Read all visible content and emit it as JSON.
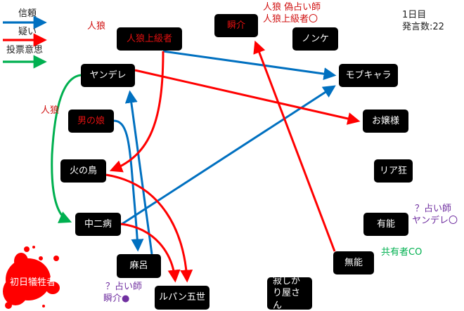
{
  "legend": [
    {
      "label": "信頼",
      "color": "#0070c0"
    },
    {
      "label": "疑い",
      "color": "#ff0000"
    },
    {
      "label": "投票意思",
      "color": "#00b050"
    }
  ],
  "status": {
    "day": "1日目",
    "remarks": "発言数:22"
  },
  "nodes": {
    "jinro_joukyu": "人狼上級者",
    "shunsuke": "瞬介",
    "nonke": "ノンケ",
    "yandere": "ヤンデレ",
    "mobukyara": "モブキャラ",
    "otokonoko": "男の娘",
    "ojousama": "お嬢様",
    "hinotori": "火の鳥",
    "riakyou": "リア狂",
    "chuunibyou": "中二病",
    "yuunou": "有能",
    "maro": "麻呂",
    "munou": "無能",
    "shonichi": "初日犠牲者",
    "lupin": "ルパン五世",
    "sabishigari": "寂しがり屋さん"
  },
  "annotations": {
    "jinro_top": "人狼",
    "jinro_left": "人狼",
    "shunsuke_line1": "人狼 偽占い師",
    "shunsuke_line2": "人狼上級者〇",
    "yuunou_line1": "？占い師",
    "yuunou_line2": "ヤンデレ〇",
    "munou_co": "共有者CO",
    "maro_line1": "？占い師",
    "maro_line2": "瞬介●"
  },
  "colors": {
    "trust": "#0070c0",
    "doubt": "#ff0000",
    "vote": "#00b050",
    "blood": "#ff0000"
  }
}
